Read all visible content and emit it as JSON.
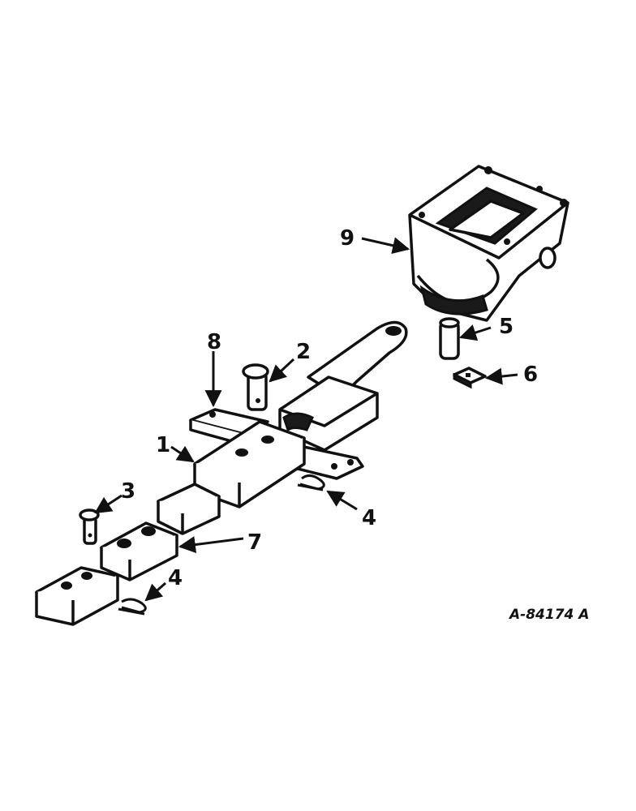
{
  "figure": {
    "id_label": "A-84174 A",
    "callouts": [
      {
        "key": "c1",
        "text": "1"
      },
      {
        "key": "c2",
        "text": "2"
      },
      {
        "key": "c3",
        "text": "3"
      },
      {
        "key": "c4a",
        "text": "4"
      },
      {
        "key": "c4b",
        "text": "4"
      },
      {
        "key": "c5",
        "text": "5"
      },
      {
        "key": "c6",
        "text": "6"
      },
      {
        "key": "c7",
        "text": "7"
      },
      {
        "key": "c8",
        "text": "8"
      },
      {
        "key": "c9",
        "text": "9"
      }
    ]
  }
}
